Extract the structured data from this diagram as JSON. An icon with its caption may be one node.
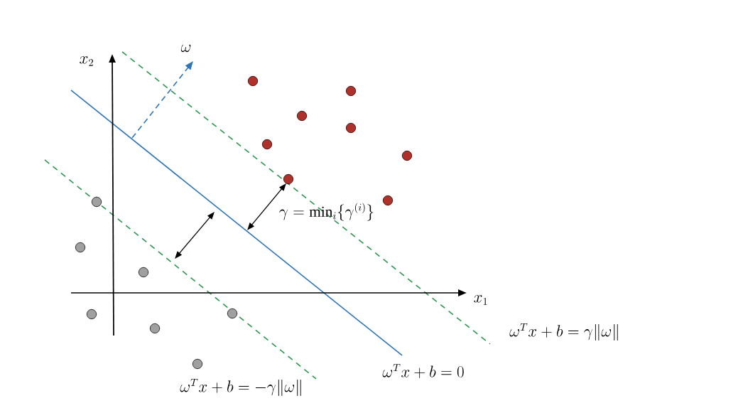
{
  "diagram": {
    "labels": [
      "x_2",
      "\\omega",
      "\\gamma = \\min_i\\{\\gamma^{(i)}\\}",
      "x_1",
      "\\omega^T x + b = \\gamma\\|\\omega\\|",
      "\\omega^T x + b = 0",
      "\\omega^T x + b = -\\gamma\\|\\omega\\|"
    ]
  }
}
